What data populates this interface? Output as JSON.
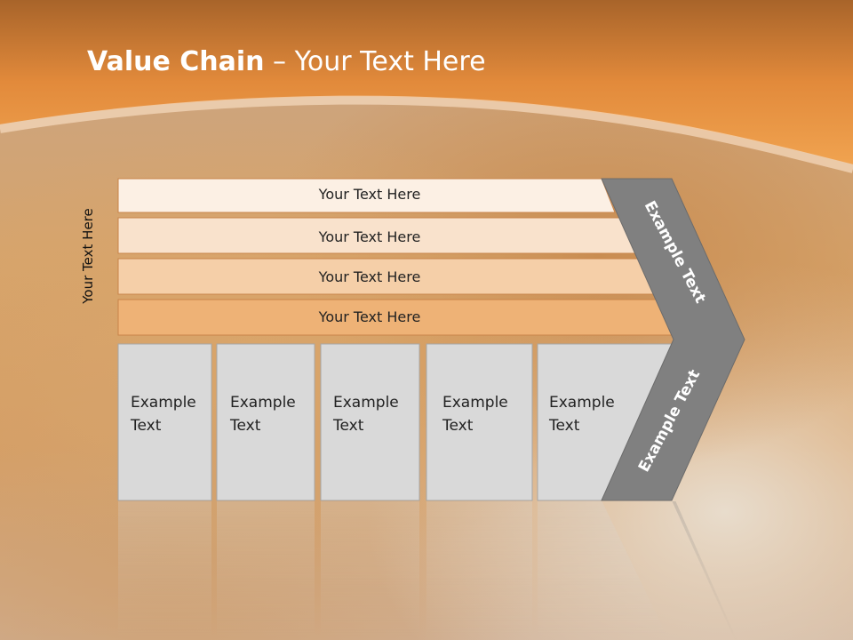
{
  "title": {
    "bold": "Value Chain",
    "rest": " – Your Text Here"
  },
  "side_label": "Your Text Here",
  "bars": [
    {
      "label": "Your Text Here",
      "fill": "#fcf0e4"
    },
    {
      "label": "Your Text Here",
      "fill": "#f9e2cc"
    },
    {
      "label": "Your Text Here",
      "fill": "#f5cfa8"
    },
    {
      "label": "Your Text Here",
      "fill": "#eeb276"
    }
  ],
  "boxes": [
    {
      "line1": "Example",
      "line2": "Text"
    },
    {
      "line1": "Example",
      "line2": "Text"
    },
    {
      "line1": "Example",
      "line2": "Text"
    },
    {
      "line1": "Example",
      "line2": "Text"
    },
    {
      "line1": "Example",
      "line2": "Text"
    }
  ],
  "chevron_upper": "Example Text",
  "chevron_lower": "Example Text",
  "colors": {
    "header": "#e8933f",
    "box": "#d9d9d9",
    "chevron": "#808080"
  }
}
